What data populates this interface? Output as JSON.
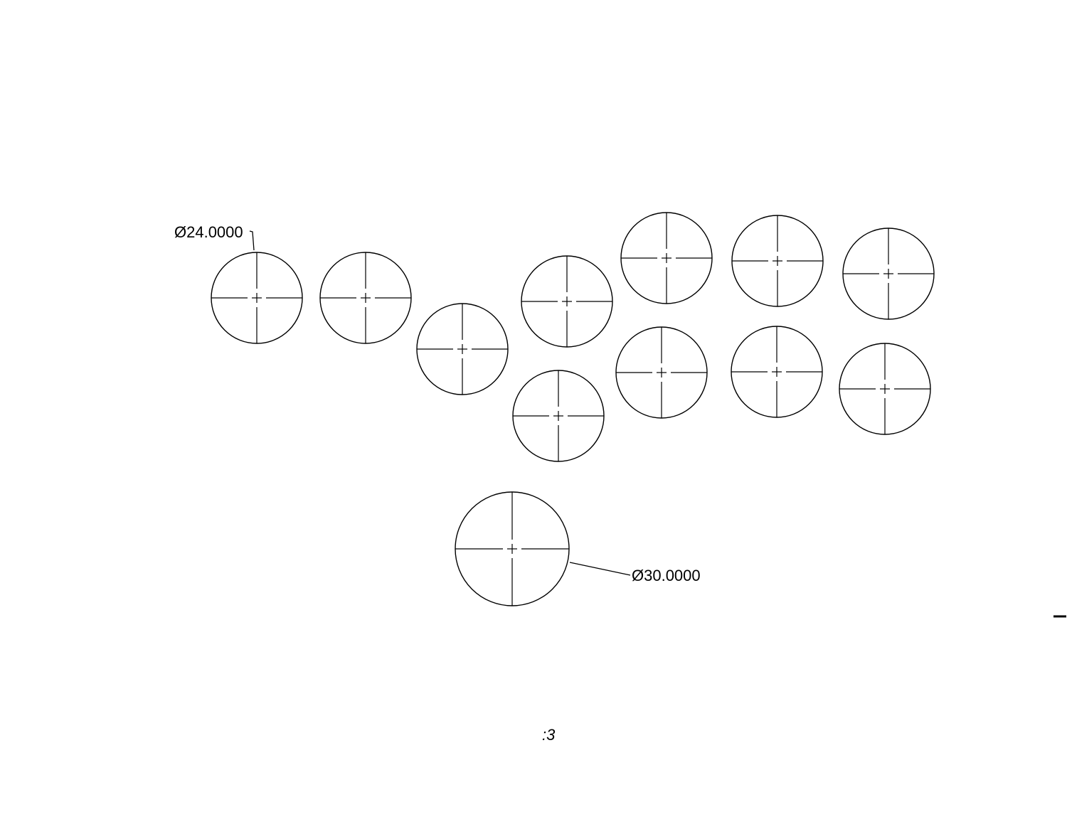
{
  "dimensions": {
    "small_hole_diameter": "Ø24.0000",
    "large_hole_diameter": "Ø30.0000"
  },
  "footer": {
    "page_label": ":3"
  },
  "colors": {
    "line": "#000000",
    "background": "#ffffff"
  }
}
